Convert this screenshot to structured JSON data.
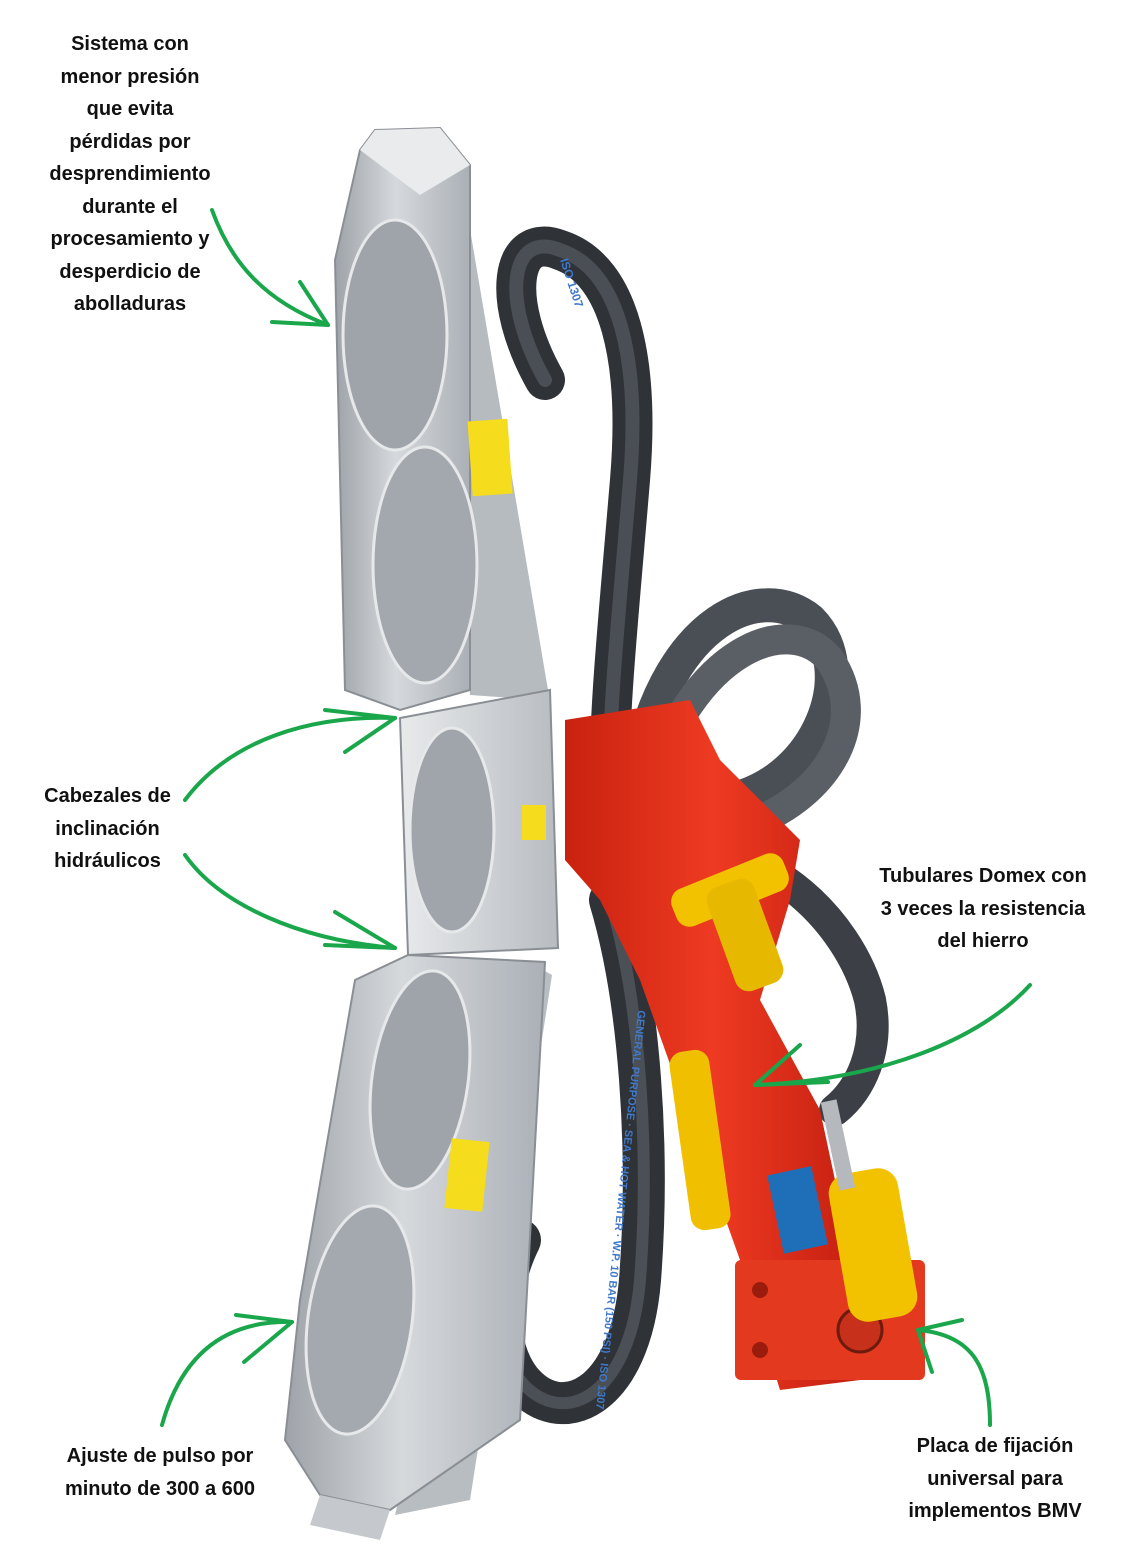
{
  "labels": {
    "top_left": "Sistema con\nmenor presión\nque evita\npérdidas por\ndesprendimiento\ndurante el\nprocesamiento y\ndesperdicio de\nabolladuras",
    "middle_left": "Cabezales de\ninclinación\nhidráulicos",
    "right": "Tubulares Domex con\n3 veces la resistencia\ndel hierro",
    "bottom_left": "Ajuste de pulso por\nminuto de 300 a 600",
    "bottom_right": "Placa de fijación\nuniversal para\nimplementos BMV"
  },
  "hose_print": {
    "upper": "ISO 1307",
    "lower": "GENERAL PURPOSE · SEA & HOT WATER · W.P. 10 BAR (150 PSI) · ISO 1307"
  },
  "colors": {
    "arrow": "#1aa64a",
    "steel": "#c9ccd0",
    "frame": "#e0301e",
    "hose": "#3a3d42",
    "cylinder": "#f2c200"
  }
}
